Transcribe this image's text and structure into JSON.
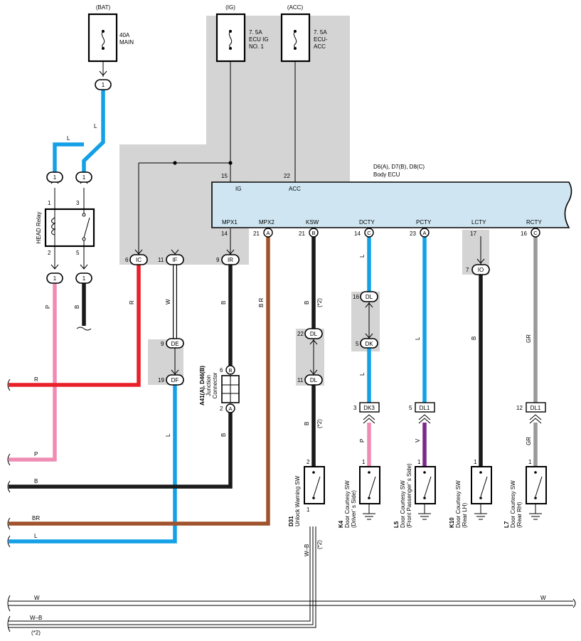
{
  "power": {
    "bat": {
      "top": "(BAT)",
      "fuse_line1": "40A",
      "fuse_line2": "MAIN"
    },
    "ig": {
      "top": "(IG)",
      "fuse_line1": "7. 5A",
      "fuse_line2": "ECU IG",
      "fuse_line3": "NO. 1"
    },
    "acc": {
      "top": "(ACC)",
      "fuse_line1": "7. 5A",
      "fuse_line2": "ECU-",
      "fuse_line3": "ACC"
    }
  },
  "relay": {
    "label": "HEAD Relay",
    "pins": [
      "1",
      "3",
      "2",
      "5"
    ]
  },
  "body_ecu": {
    "id": "D6(A), D7(B), D8(C)",
    "name": "Body ECU",
    "top_pins": [
      {
        "num": "15",
        "name": "IG"
      },
      {
        "num": "22",
        "name": "ACC"
      }
    ],
    "bottom_pins": [
      {
        "num": "14",
        "letter": "",
        "name": "MPX1"
      },
      {
        "num": "21",
        "letter": "A",
        "name": "MPX2"
      },
      {
        "num": "21",
        "letter": "B",
        "name": "KSW"
      },
      {
        "num": "14",
        "letter": "C",
        "name": "DCTY"
      },
      {
        "num": "23",
        "letter": "A",
        "name": "PCTY"
      },
      {
        "num": "17",
        "letter": "",
        "name": "LCTY"
      },
      {
        "num": "16",
        "letter": "C",
        "name": "RCTY"
      }
    ]
  },
  "connectors": {
    "c1_top": {
      "code": "1"
    },
    "relay_in_left": {
      "code": "1",
      "pin": ""
    },
    "relay_in_right": {
      "code": "1",
      "pin": ""
    },
    "relay_out_left": {
      "code": "1",
      "pin": ""
    },
    "relay_out_right": {
      "code": "1",
      "pin": ""
    },
    "IC": {
      "code": "IC",
      "pin": "6"
    },
    "IF": {
      "code": "IF",
      "pin": "11"
    },
    "IR": {
      "code": "IR",
      "pin": "9"
    },
    "DE": {
      "code": "DE",
      "pin": "9"
    },
    "DF": {
      "code": "DF",
      "pin": "19"
    },
    "JB": {
      "code": "B",
      "pin": "6"
    },
    "JA": {
      "code": "A",
      "pin": "2"
    },
    "DL_upper": {
      "code": "DL",
      "pin": "22"
    },
    "DL_lower": {
      "code": "DL",
      "pin": "11"
    },
    "DL_dk": {
      "code": "DL",
      "pin": "16"
    },
    "DK": {
      "code": "DK",
      "pin": "5"
    },
    "IO": {
      "code": "IO",
      "pin": "7"
    },
    "DK3": {
      "code": "DK3",
      "pin": "3"
    },
    "DL1_p": {
      "code": "DL1",
      "pin": "5"
    },
    "DL1_r": {
      "code": "DL1",
      "pin": "12"
    }
  },
  "junction": {
    "id": "A41(A), D46(B)",
    "line1": "Junction",
    "line2": "Connector"
  },
  "wire_labels": {
    "L_top": "L",
    "L_bridge": "L",
    "P": "P",
    "B_relay": "B",
    "R": "R",
    "W": "W",
    "B_ir": "B",
    "B_ir2": "B",
    "BR": "B R",
    "B_ksw1": "B",
    "B_ksw2": "B",
    "star2a": "(*2)",
    "star2b": "(*2)",
    "L_dcty1": "L",
    "L_dcty2": "L",
    "P_k4": "P",
    "L_pcty": "L",
    "V_l5": "V",
    "B_lcty": "B",
    "GR_rcty1": "GR",
    "GR_rcty2": "GR",
    "L_df": "L",
    "WB": "W–B",
    "star2c": "(*2)"
  },
  "switches": [
    {
      "code": "D31",
      "name": "Unlock Warning SW",
      "sub": "",
      "pin_top": "2",
      "pin_bot": "1"
    },
    {
      "code": "K4",
      "name": "Door Courtesy SW",
      "sub": "(Driver’ s Side)",
      "pin_top": "1",
      "pin_bot": ""
    },
    {
      "code": "L5",
      "name": "Door Courtesy SW",
      "sub": "(Front Passenger’ s Side)",
      "pin_top": "1",
      "pin_bot": ""
    },
    {
      "code": "K10",
      "name": "Door Courtesy SW",
      "sub": "(Rear LH)",
      "pin_top": "1",
      "pin_bot": ""
    },
    {
      "code": "L7",
      "name": "Door Courtesy SW",
      "sub": "(Rear RH)",
      "pin_top": "1",
      "pin_bot": ""
    }
  ],
  "left_buses": [
    {
      "label": "R",
      "color": "#e8202a"
    },
    {
      "label": "P",
      "color": "#f08cb4"
    },
    {
      "label": "B",
      "color": "#1a1a1a"
    },
    {
      "label": "BR",
      "color": "#a0522d"
    },
    {
      "label": "L",
      "color": "#14a0e6"
    }
  ],
  "bottom_buses": {
    "W_left": "W",
    "W_right": "W",
    "WB": "W–B",
    "star": "(*2)"
  },
  "colors": {
    "L": "#14a0e6",
    "R": "#e8202a",
    "P": "#f08cb4",
    "B": "#1a1a1a",
    "BR": "#a0522d",
    "V": "#7b2a8c",
    "GR": "#999999",
    "W": "#ffffff",
    "shade": "#d4d4d4",
    "ecu": "#cfe6f2"
  }
}
